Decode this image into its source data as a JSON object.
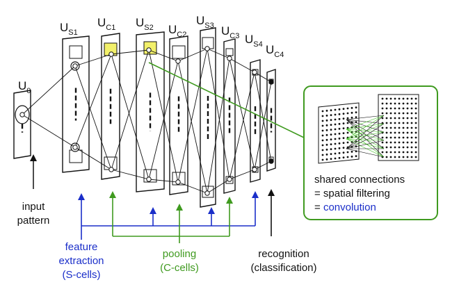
{
  "layers": [
    {
      "base": "U",
      "sub": "0"
    },
    {
      "base": "U",
      "sub": "S1"
    },
    {
      "base": "U",
      "sub": "C1"
    },
    {
      "base": "U",
      "sub": "S2"
    },
    {
      "base": "U",
      "sub": "C2"
    },
    {
      "base": "U",
      "sub": "S3"
    },
    {
      "base": "U",
      "sub": "C3"
    },
    {
      "base": "U",
      "sub": "S4"
    },
    {
      "base": "U",
      "sub": "C4"
    }
  ],
  "captions": {
    "input": [
      "input",
      "pattern"
    ],
    "feature": [
      "feature",
      "extraction",
      "(S-cells)"
    ],
    "pooling": [
      "pooling",
      "(C-cells)"
    ],
    "recognition": [
      "recognition",
      "(classification)"
    ]
  },
  "inset": {
    "line1": "shared connections",
    "line2": "= spatial filtering",
    "line3_prefix": "= ",
    "line3_highlight": "convolution"
  },
  "colors": {
    "blue": "#1a2ec9",
    "green": "#3f9a1f",
    "highlight": "#f2f06a",
    "line": "#111111"
  }
}
